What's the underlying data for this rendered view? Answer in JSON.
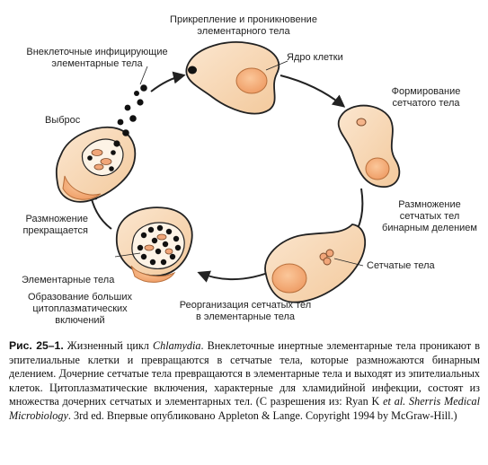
{
  "diagram": {
    "labels": {
      "attach": "Прикрепление и проникновение\nэлементарного тела",
      "extracellular": "Внеклеточные инфицирующие\nэлементарные тела",
      "nucleus": "Ядро клетки",
      "reticulate_form": "Формирование\nсетчатого тела",
      "release": "Выброс",
      "binary": "Размножение\nсетчатых тел\nбинарным делением",
      "stop": "Размножение\nпрекращается",
      "reticulate": "Сетчатые тела",
      "elementary": "Элементарные тела",
      "inclusions": "Образование больших\nцитоплазматических\nвключений",
      "reorg": "Реорганизация сетчатых тел\nв элементарные тела"
    }
  },
  "caption": {
    "fig": "Рис. 25–1.",
    "t1": " Жизненный цикл ",
    "genus": "Chlamydia",
    "t2": ". Внеклеточные инертные элементарные тела проникают в эпителиальные клетки и превращаются в сетчатые тела, которые размножаются бинарным делением. Дочерние сетчатые тела превращаются в элементарные тела и выходят из эпителиальных клеток. Цитоплазматические включения, характерные для хламидийной инфекции, состоят из множества дочерних сетчатых и элементарных тел. (С разрешения из: Ryan K ",
    "etal": "et al. Sherris Medical Microbiology",
    "t3": ". 3rd ed. Впервые опубликовано Appleton & Lange. Copyright 1994 by McGraw-Hill.)"
  }
}
